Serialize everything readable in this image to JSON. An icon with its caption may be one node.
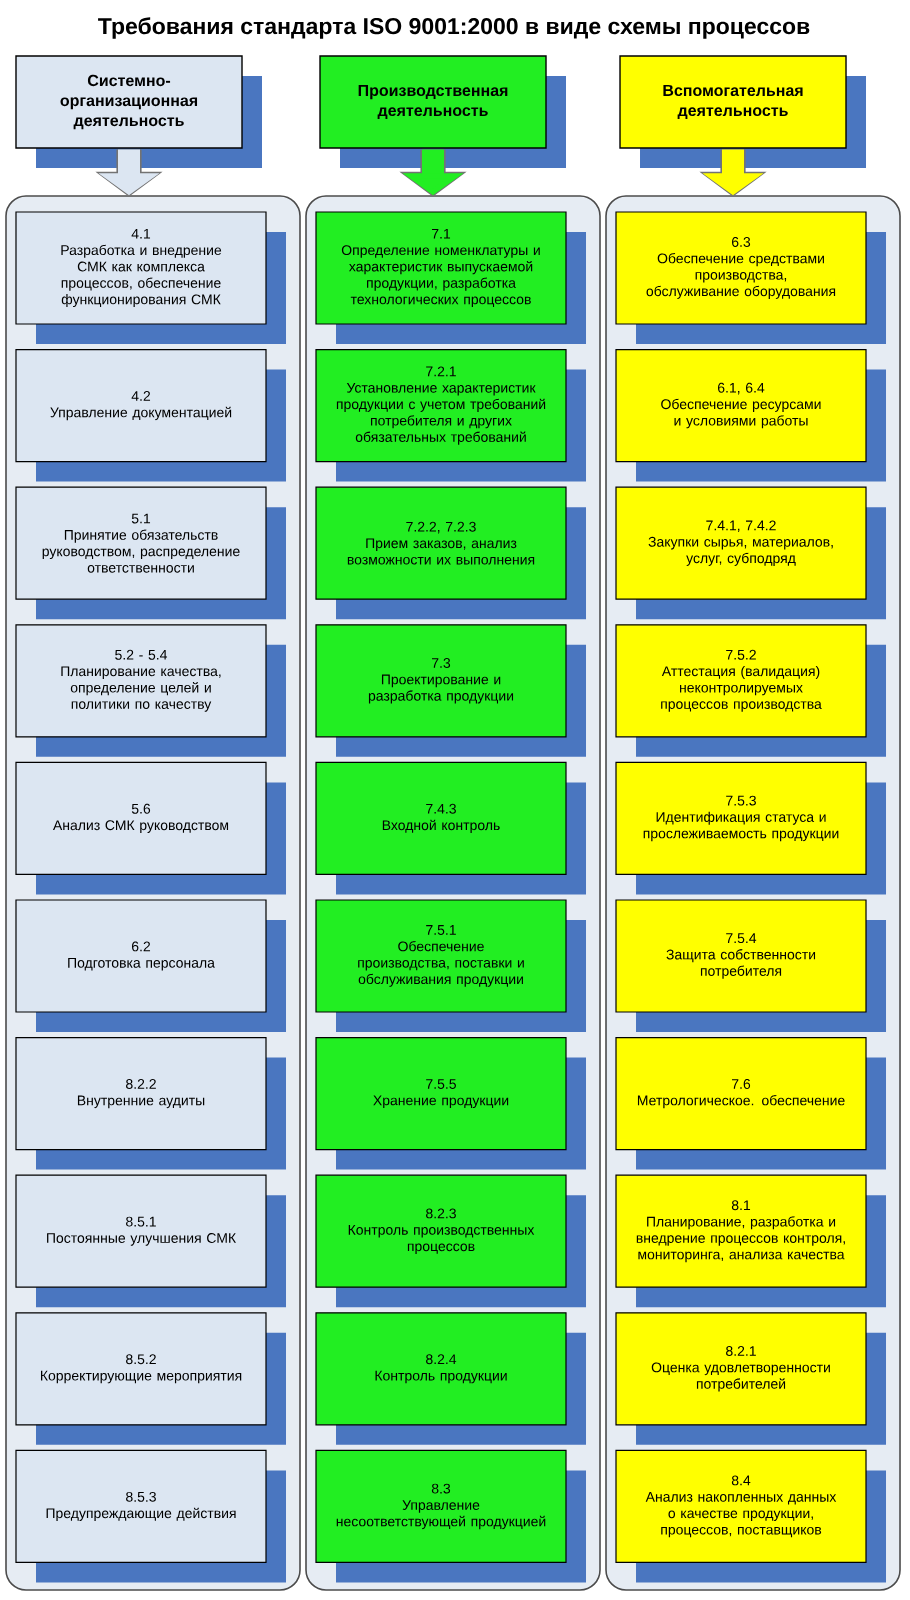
{
  "diagram": {
    "title": "Требования стандарта ISO 9001:2000 в виде схемы процессов",
    "nodes": [
      {
        "text": [
          "Системно-организационная деятельность"
        ]
      },
      {
        "text": [],
        "shape": "box"
      },
      {
        "text": [
          "4.1",
          "Разработка и внедрение СМК как комплекса процессов, обеспечение функционирования СМК"
        ],
        "in": 1
      },
      {
        "text": [
          "4.2",
          "Управление документацией"
        ],
        "in": 1
      },
      {
        "text": [
          "5.1",
          "Принятие обязательств руководством, распределение ответственности"
        ],
        "in": 1
      },
      {
        "text": [
          "5.2 - 5.4",
          "Планирование качества, определение целей и политики по качеству"
        ],
        "in": 1
      },
      {
        "text": [
          "5.6",
          "Анализ СМК руководством"
        ],
        "in": 1
      },
      {
        "text": [
          "6.2",
          "Подготовка персонала"
        ],
        "in": 1
      },
      {
        "text": [
          "8.2.2",
          "Внутренние аудиты"
        ],
        "in": 1
      },
      {
        "text": [
          "8.5.1",
          "Постоянные улучшения СМК"
        ],
        "in": 1
      },
      {
        "text": [
          "8.5.2",
          "Корректирующие мероприятия"
        ],
        "in": 1
      },
      {
        "text": [
          "8.5.3",
          "Предупреждающие действия"
        ],
        "in": 1
      },
      {
        "text": [
          "Производственная деятельность"
        ]
      },
      {
        "text": [],
        "shape": "box"
      },
      {
        "text": [
          "7.1",
          "Определение номенклатуры и характеристик выпускаемой продукции, разработка технологических процессов"
        ],
        "in": 13
      },
      {
        "text": [
          "7.2.1",
          "Установление характеристик продукции с учетом требований потребителя и других обязательных требований"
        ],
        "in": 13
      },
      {
        "text": [
          "7.2.2, 7.2.3",
          "Прием заказов, анализ возможности их выполнения"
        ],
        "in": 13
      },
      {
        "text": [
          "7.3",
          "Проектирование и разработка продукции"
        ],
        "in": 13
      },
      {
        "text": [
          "7.4.3",
          "Входной контроль"
        ],
        "in": 13
      },
      {
        "text": [
          "7.5.1",
          "Обеспечение производства, поставки и обслуживания продукции"
        ],
        "in": 13
      },
      {
        "text": [
          "7.5.5",
          "Хранение продукции"
        ],
        "in": 13
      },
      {
        "text": [
          "8.2.3",
          "Контроль производственных процессов"
        ],
        "in": 13
      },
      {
        "text": [
          "8.2.4",
          "Контроль продукции"
        ],
        "in": 13
      },
      {
        "text": [
          "8.3",
          "Управление несоответствующей продукцией"
        ],
        "in": 13
      },
      {
        "text": [
          "Вспомогательная деятельность"
        ]
      },
      {
        "text": [],
        "shape": "box"
      },
      {
        "text": [
          "6.3",
          "Обеспечение средствами производства, обслуживание оборудования"
        ],
        "in": 25
      },
      {
        "text": [
          "6.1, 6.4",
          "Обеспечение ресурсами и условиями работы"
        ],
        "in": 25
      },
      {
        "text": [
          "7.4.1, 7.4.2",
          "Закупки сырья, материалов, услуг, субподряд"
        ],
        "in": 25
      },
      {
        "text": [
          "7.5.2",
          "Аттестация (валидация) неконтролируемых процессов производства"
        ],
        "in": 25
      },
      {
        "text": [
          "7.5.3",
          "Идентификация статуса и прослеживаемость продукции"
        ],
        "in": 25
      },
      {
        "text": [
          "7.5.4",
          "Защита собственности потребителя"
        ],
        "in": 25
      },
      {
        "text": [
          "7.6",
          "Метрологическое. обеспечение"
        ],
        "in": 25
      },
      {
        "text": [
          "8.1",
          "Планирование, разработка и внедрение процессов контроля, мониторинга, анализа качества"
        ],
        "in": 25
      },
      {
        "text": [
          "8.2.1",
          "Оценка удовлетворенности потребителей"
        ],
        "in": 25
      },
      {
        "text": [
          "8.4",
          "Анализ накопленных данных о качестве продукции, процессов, поставщиков"
        ],
        "in": 25
      }
    ],
    "edges": [
      {
        "from": 0,
        "to": 1,
        "arrow": "to",
        "color": "#dce6f2"
      },
      {
        "from": 12,
        "to": 13,
        "arrow": "to",
        "color": "#22ee22"
      },
      {
        "from": 24,
        "to": 25,
        "arrow": "to",
        "color": "#ffff00"
      }
    ]
  }
}
